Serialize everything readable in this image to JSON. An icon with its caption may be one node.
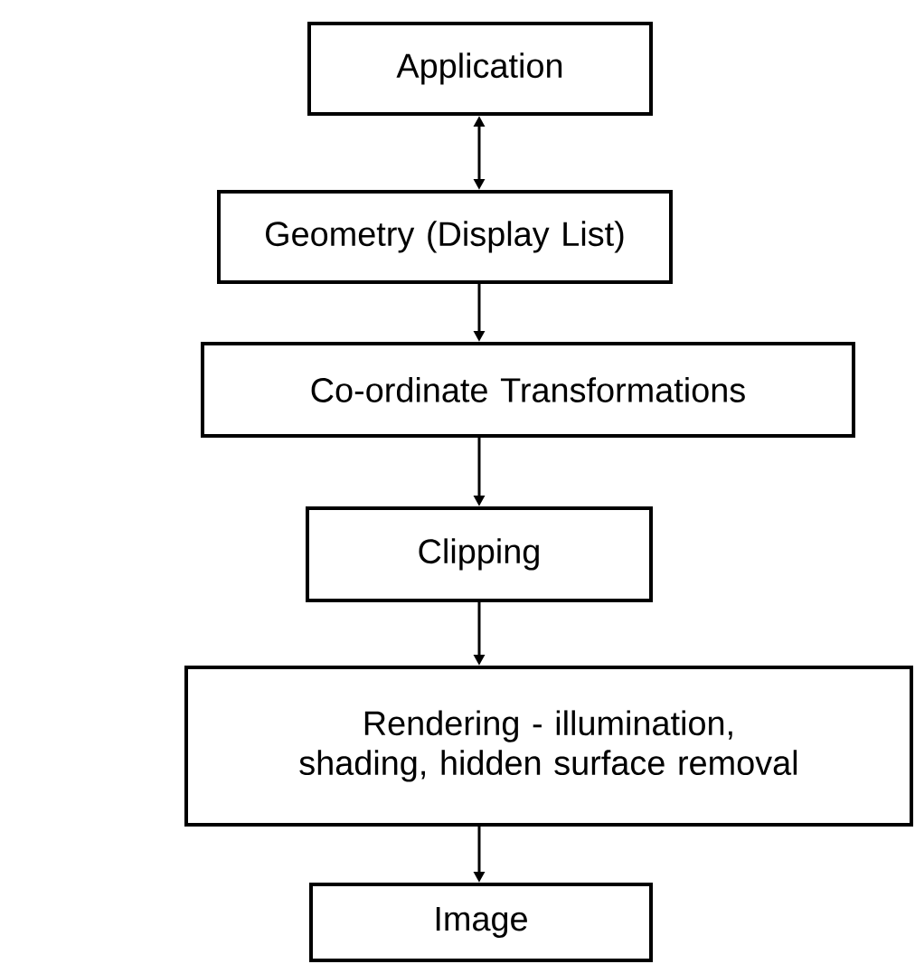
{
  "diagram": {
    "nodes": [
      {
        "text": [
          "Application"
        ]
      },
      {
        "text": [
          "Geometry (Display List)"
        ]
      },
      {
        "text": [
          "Co-ordinate Transformations"
        ]
      },
      {
        "text": [
          "Clipping"
        ]
      },
      {
        "text": [
          "Rendering - illumination, shading, hidden surface removal"
        ]
      },
      {
        "text": [
          "Image"
        ]
      }
    ],
    "edges": [
      {
        "from": 0,
        "to": 1,
        "arrow": "both"
      },
      {
        "from": 1,
        "to": 2,
        "arrow": "to"
      },
      {
        "from": 2,
        "to": 3,
        "arrow": "to"
      },
      {
        "from": 3,
        "to": 4,
        "arrow": "to"
      },
      {
        "from": 4,
        "to": 5,
        "arrow": "to"
      }
    ]
  }
}
